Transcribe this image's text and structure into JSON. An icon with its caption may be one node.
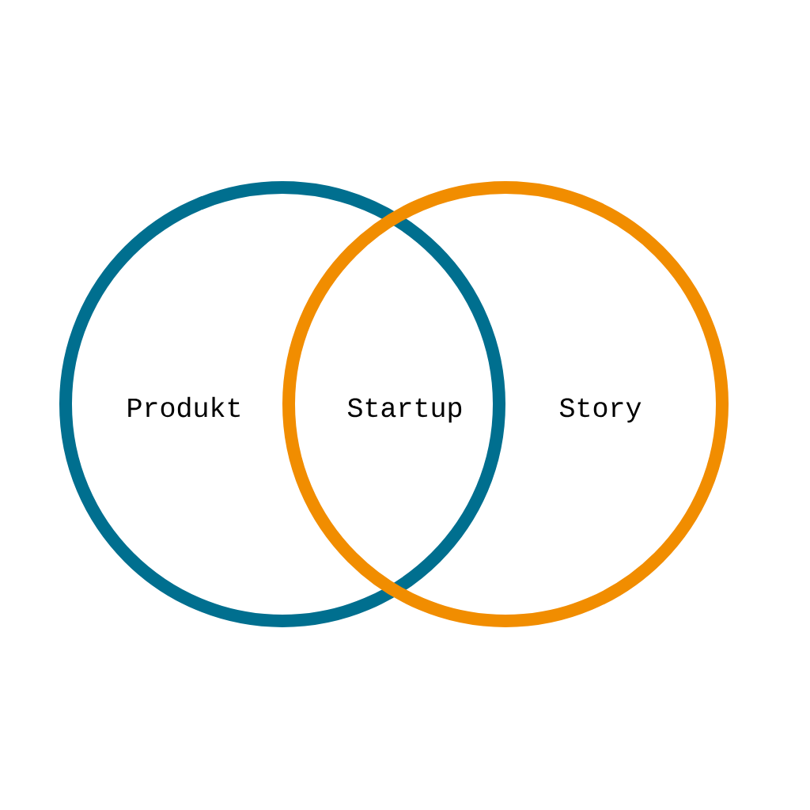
{
  "diagram": {
    "nodes": [
      {
        "text": [
          "Produkt"
        ]
      },
      {
        "text": [
          "Story"
        ]
      }
    ],
    "labels": [
      "Startup"
    ]
  }
}
